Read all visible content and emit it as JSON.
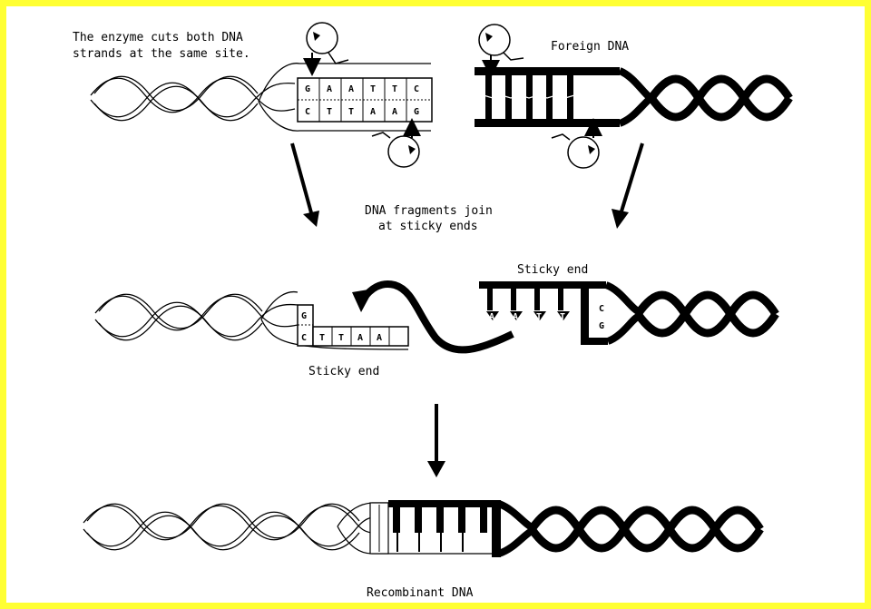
{
  "labels": {
    "enzyme_line1": "The enzyme cuts both DNA",
    "enzyme_line2": "strands at the same site.",
    "foreign": "Foreign DNA",
    "join_line1": "DNA fragments join",
    "join_line2": "at sticky ends",
    "sticky_top": "Sticky end",
    "sticky_bottom": "Sticky end",
    "recombinant": "Recombinant DNA"
  },
  "sites": {
    "top_strand": [
      "G",
      "A",
      "A",
      "T",
      "T",
      "C"
    ],
    "bottom_strand": [
      "C",
      "T",
      "T",
      "A",
      "A",
      "G"
    ],
    "left_fragment_top": "G",
    "left_fragment_bottom": [
      "C",
      "T",
      "T",
      "A",
      "A"
    ],
    "foreign_sticky": [
      "A",
      "A",
      "T",
      "T"
    ],
    "foreign_end": [
      "C",
      "G"
    ]
  },
  "colors": {
    "border": "#ffff33",
    "ink": "#000000"
  },
  "icons": [
    "enzyme-icon",
    "arrow-down-icon",
    "curved-arrow-icon",
    "dna-helix-icon"
  ]
}
